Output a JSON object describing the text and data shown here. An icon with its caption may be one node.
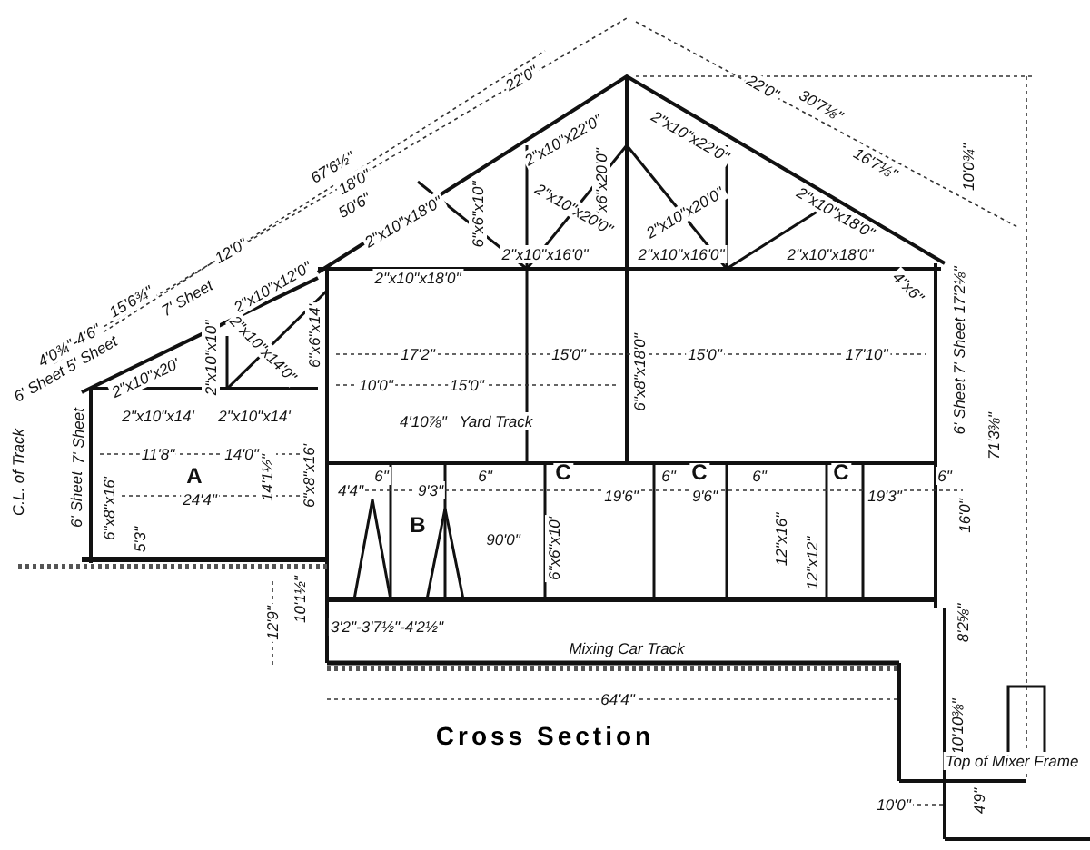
{
  "diagram": {
    "caption": "Cross Section",
    "labels": [
      "22'0\"",
      "22'0\"",
      "30'7⅛\"",
      "2\"x10\"x22'0\"",
      "2\"x10\"x22'0\"",
      "67'6½\"",
      "18'0\"",
      "6\"x6\"x20'0\"",
      "16'7⅛\"",
      "10'0¾\"",
      "50'6\"",
      "2\"x10\"x18'0\"",
      "6\"x6\"x10\"",
      "2\"x10\"x20'0\"",
      "2\"x10\"x20'0\"",
      "2\"x10\"x18'0\"",
      "12'0\"",
      "2\"x10\"x16'0\"",
      "2\"x10\"x16'0\"",
      "2\"x10\"x18'0\"",
      "2\"x10\"x18'0\"",
      "4\"x6\"",
      "15'6¾\"",
      "7' Sheet",
      "2\"x10\"x12'0\"",
      "4'0¾\"-4'6\"",
      "2\"x10\"x10\"",
      "2\"x10\"x14'0\"",
      "6\"x6\"x14'",
      "17'2\"",
      "15'0\"",
      "15'0\"",
      "17'10\"",
      "6' Sheet 7' Sheet 17'2⅛\"",
      "6' Sheet 5' Sheet",
      "2\"x10\"x20'",
      "10'0\"",
      "15'0\"",
      "6\"x8\"x18'0\"",
      "2\"x10\"x14'",
      "2\"x10\"x14'",
      "4'10⅞\"",
      "Yard Track",
      "7' Sheet",
      "11'8\"",
      "14'0\"",
      "71'3⅜\"",
      "C.L. of Track",
      "A",
      "14'1½\"",
      "6\"x8\"x16'",
      "6\"",
      "6\"",
      "C",
      "6\"",
      "C",
      "6\"",
      "C",
      "6\"",
      "6' Sheet",
      "6\"x8\"x16'",
      "24'4\"",
      "4'4\"",
      "9'3\"",
      "19'6\"",
      "9'6\"",
      "19'3\"",
      "16'0\"",
      "5'3\"",
      "B",
      "90'0\"",
      "6\"x6\"x10'",
      "12\"x16\"",
      "12'9\"",
      "10'1½\"",
      "3'2\"-3'7½\"-4'2½\"",
      "12\"x12\"",
      "8'2⅝\"",
      "Mixing Car Track",
      "64'4\"",
      "10'10⅜\"",
      "Top of Mixer Frame",
      "10'0\"",
      "4'9\""
    ]
  }
}
